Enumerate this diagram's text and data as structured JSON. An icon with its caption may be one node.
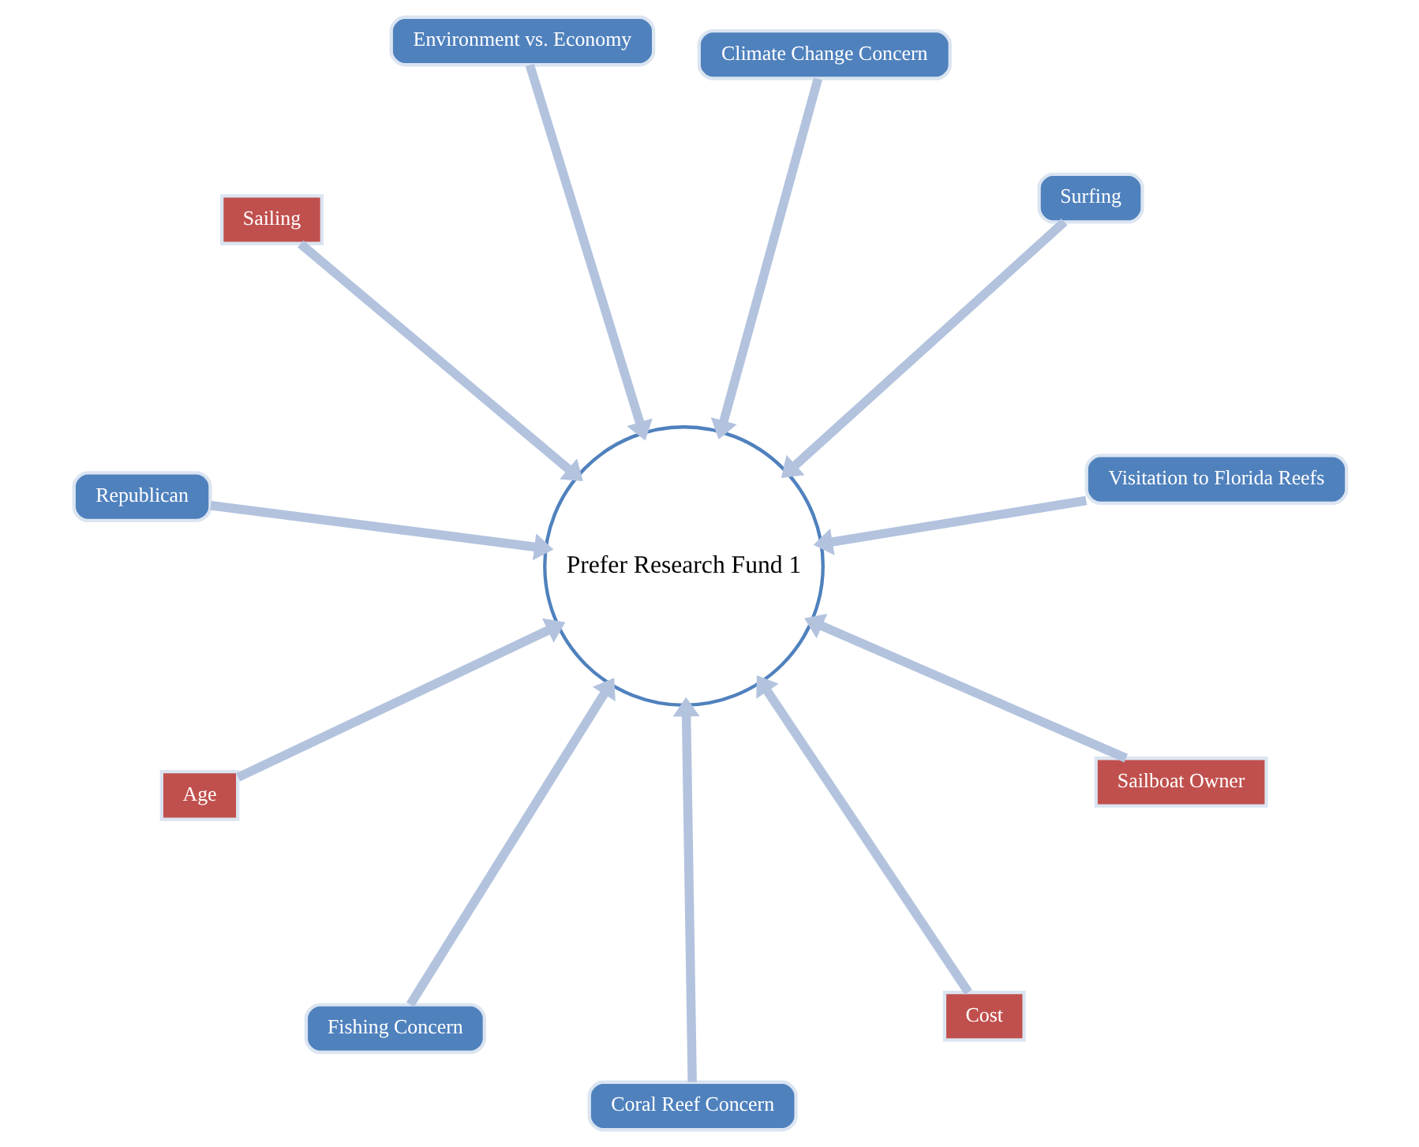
{
  "diagram": {
    "nodes": [
      {
        "text": [
          "Republican"
        ]
      },
      {
        "text": [
          "Visitation to Florida Reefs"
        ]
      },
      {
        "text": [
          "Coral Reef Concern"
        ]
      },
      {
        "text": [
          "Environment vs. Economy"
        ]
      },
      {
        "text": [
          "Surfing"
        ]
      },
      {
        "text": [
          "Climate Change Concern"
        ]
      },
      {
        "text": [
          "Fishing Concern"
        ]
      },
      {
        "text": [
          "Prefer Research Fund 1"
        ]
      },
      {
        "text": [
          "Age"
        ]
      },
      {
        "text": [
          "Sailboat Owner"
        ]
      },
      {
        "text": [
          "Cost"
        ]
      },
      {
        "text": [
          "Sailing"
        ]
      }
    ],
    "edges": [
      {
        "from": 0,
        "to": 7,
        "arrow": "to"
      },
      {
        "from": 1,
        "to": 7,
        "arrow": "to"
      },
      {
        "from": 2,
        "to": 7,
        "arrow": "to"
      },
      {
        "from": 3,
        "to": 7,
        "arrow": "to"
      },
      {
        "from": 4,
        "to": 7,
        "arrow": "to"
      },
      {
        "from": 5,
        "to": 7,
        "arrow": "to"
      },
      {
        "from": 6,
        "to": 7,
        "arrow": "to"
      },
      {
        "from": 8,
        "to": 7,
        "arrow": "to"
      },
      {
        "from": 9,
        "to": 7,
        "arrow": "to"
      },
      {
        "from": 10,
        "to": 7,
        "arrow": "to"
      },
      {
        "from": 11,
        "to": 7,
        "arrow": "to"
      }
    ]
  }
}
